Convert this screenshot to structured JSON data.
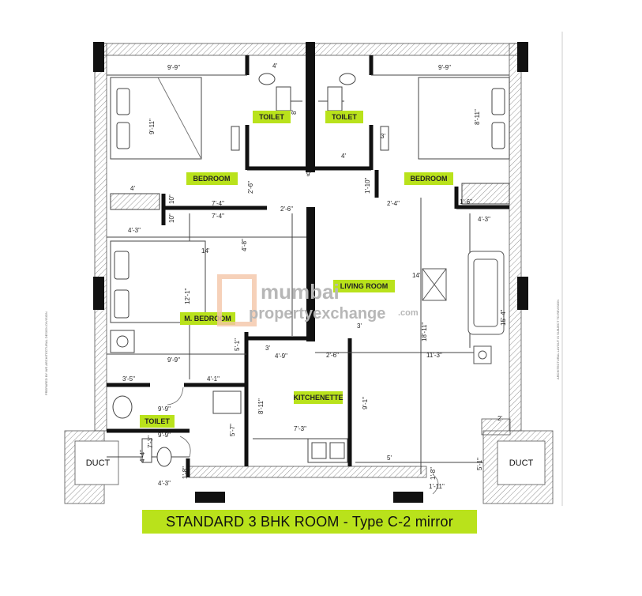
{
  "caption": "STANDARD 3 BHK ROOM  - Type C-2 mirror",
  "rooms": {
    "toilet_top_left": "TOILET",
    "toilet_top_right": "TOILET",
    "bedroom_left": "BEDROOM",
    "bedroom_right": "BEDROOM",
    "living_room": "LIVING ROOM",
    "master_bedroom": "M. BEDROOM",
    "kitchenette": "KITCHENETTE",
    "toilet_bottom": "TOILET",
    "duct_left": "DUCT",
    "duct_right": "DUCT"
  },
  "watermark": {
    "brand_top": "mumbai",
    "brand_bottom": "propertyexchange",
    "brand_suffix": ".com"
  },
  "dimensions": {
    "d1": "9'-9\"",
    "d2": "4'",
    "d3": "9'-9\"",
    "d4": "9'-11\"",
    "d5": "8'-11\"",
    "d6": "8'",
    "d7": "3'",
    "d8": "4'",
    "d9": "9'",
    "d10": "2'-6\"",
    "d11": "1'-10\"",
    "d12": "4'",
    "d13": "10\"",
    "d14": "7'-4\"",
    "d15": "7'-4\"",
    "d16": "2'-6\"",
    "d17": "10\"",
    "d18": "2'-4\"",
    "d19": "1'-6\"",
    "d20": "4'-3\"",
    "d21": "4'-3\"",
    "d22": "4'-8\"",
    "d23": "14'",
    "d24": "14'",
    "d25": "12'-1\"",
    "d26": "15'-4\"",
    "d27": "3'",
    "d28": "18'-11\"",
    "d29": "3'",
    "d30": "4'-9\"",
    "d31": "2'-6\"",
    "d32": "11'-3\"",
    "d33": "9'-9\"",
    "d34": "5'-1\"",
    "d35": "3'-5\"",
    "d36": "4'-1\"",
    "d37": "8'-11\"",
    "d38": "9'-1\"",
    "d39": "9'-9\"",
    "d40": "2'",
    "d41": "7'-3\"",
    "d42": "9'-9\"",
    "d43": "5'-7\"",
    "d44": "7'-3\"",
    "d45": "4'-4\"",
    "d46": "5'",
    "d47": "5'-1\"",
    "d48": "4'-3\"",
    "d49": "1'-8\"",
    "d50": "1'-8\"",
    "d51": "1'-11\""
  },
  "side_notes": {
    "left": "PREPARED BY M/S ARCHITECTURAL DESIGN DIVISION",
    "right": "ARCHITECTURAL LAYOUT IS SUBJECT TO REVISION"
  }
}
